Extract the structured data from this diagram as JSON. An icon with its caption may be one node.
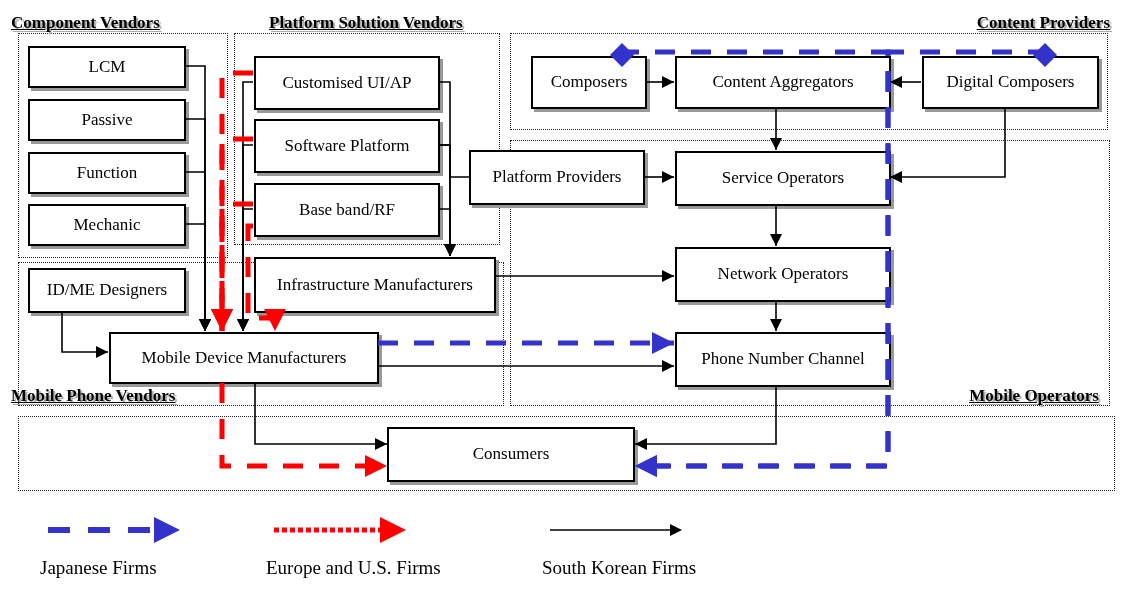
{
  "diagram": {
    "nodes": [
      {
        "text": [
          "Component Vendors"
        ]
      },
      {
        "text": [
          "LCM"
        ],
        "in": 0
      },
      {
        "text": [
          "Passive"
        ],
        "in": 0
      },
      {
        "text": [
          "Function"
        ],
        "in": 0
      },
      {
        "text": [
          "Mechanic"
        ],
        "in": 0
      },
      {
        "text": [
          "Platform Solution Vendors"
        ]
      },
      {
        "text": [
          "Customised UI/AP"
        ],
        "in": 5
      },
      {
        "text": [
          "Software Platform"
        ],
        "in": 5
      },
      {
        "text": [
          "Base band/RF"
        ],
        "in": 5
      },
      {
        "text": [
          "Content Providers"
        ]
      },
      {
        "text": [
          "Composers"
        ],
        "in": 9
      },
      {
        "text": [
          "Content Aggregators"
        ],
        "in": 9
      },
      {
        "text": [
          "Digital Composers"
        ],
        "in": 9
      },
      {
        "text": [
          "Platform Providers"
        ]
      },
      {
        "text": [
          "Mobile Operators"
        ]
      },
      {
        "text": [
          "Service Operators"
        ],
        "in": 14
      },
      {
        "text": [
          "Network Operators"
        ],
        "in": 14
      },
      {
        "text": [
          "Phone Number Channel"
        ],
        "in": 14
      },
      {
        "text": [
          "Mobile Phone Vendors"
        ]
      },
      {
        "text": [
          "ID/ME Designers"
        ],
        "in": 18
      },
      {
        "text": [
          "Infrastructure Manufacturers"
        ],
        "in": 18
      },
      {
        "text": [
          "Mobile Device Manufacturers"
        ],
        "in": 18
      },
      {
        "text": [
          "Consumers"
        ]
      }
    ],
    "edges": [
      {
        "from": 1,
        "to": 21,
        "arrow": "to"
      },
      {
        "from": 2,
        "to": 21,
        "arrow": "to"
      },
      {
        "from": 3,
        "to": 21,
        "arrow": "to"
      },
      {
        "from": 4,
        "to": 21,
        "arrow": "to"
      },
      {
        "from": 6,
        "to": 21,
        "arrow": "to"
      },
      {
        "from": 7,
        "to": 21,
        "arrow": "to"
      },
      {
        "from": 8,
        "to": 21,
        "arrow": "to"
      },
      {
        "from": 6,
        "to": 20,
        "arrow": "to"
      },
      {
        "from": 7,
        "to": 20,
        "arrow": "to"
      },
      {
        "from": 8,
        "to": 20,
        "arrow": "to"
      },
      {
        "from": 7,
        "to": 13,
        "arrow": "none"
      },
      {
        "from": 13,
        "to": 15,
        "arrow": "to"
      },
      {
        "from": 10,
        "to": 11,
        "arrow": "to"
      },
      {
        "from": 12,
        "to": 11,
        "arrow": "to"
      },
      {
        "from": 11,
        "to": 15,
        "arrow": "to"
      },
      {
        "from": 12,
        "to": 15,
        "arrow": "to"
      },
      {
        "from": 15,
        "to": 16,
        "arrow": "to"
      },
      {
        "from": 20,
        "to": 16,
        "arrow": "to"
      },
      {
        "from": 16,
        "to": 17,
        "arrow": "to"
      },
      {
        "from": 19,
        "to": 21,
        "arrow": "to"
      },
      {
        "from": 21,
        "to": 17,
        "arrow": "to"
      },
      {
        "from": 21,
        "to": 22,
        "arrow": "to"
      },
      {
        "from": 17,
        "to": 22,
        "arrow": "to"
      },
      {
        "from": 21,
        "to": 17,
        "arrow": "to",
        "style": "dashed",
        "color": "#3333cc"
      },
      {
        "from": 10,
        "to": 22,
        "arrow": "to",
        "style": "dashed",
        "color": "#3333cc"
      },
      {
        "from": 12,
        "to": 22,
        "arrow": "to",
        "style": "dashed",
        "color": "#3333cc"
      },
      {
        "from": 6,
        "to": 21,
        "arrow": "to",
        "style": "dashed",
        "color": "#ff0000"
      },
      {
        "from": 7,
        "to": 21,
        "arrow": "to",
        "style": "dashed",
        "color": "#ff0000"
      },
      {
        "from": 8,
        "to": 21,
        "arrow": "to",
        "style": "dashed",
        "color": "#ff0000"
      },
      {
        "from": 8,
        "to": 21,
        "arrow": "to",
        "style": "dashed",
        "color": "#ff0000"
      },
      {
        "from": 21,
        "to": 22,
        "arrow": "to",
        "style": "dashed",
        "color": "#ff0000"
      }
    ],
    "legend": [
      {
        "text": "Japanese Firms"
      },
      {
        "text": "Europe and U.S. Firms"
      },
      {
        "text": "South Korean Firms"
      }
    ]
  }
}
